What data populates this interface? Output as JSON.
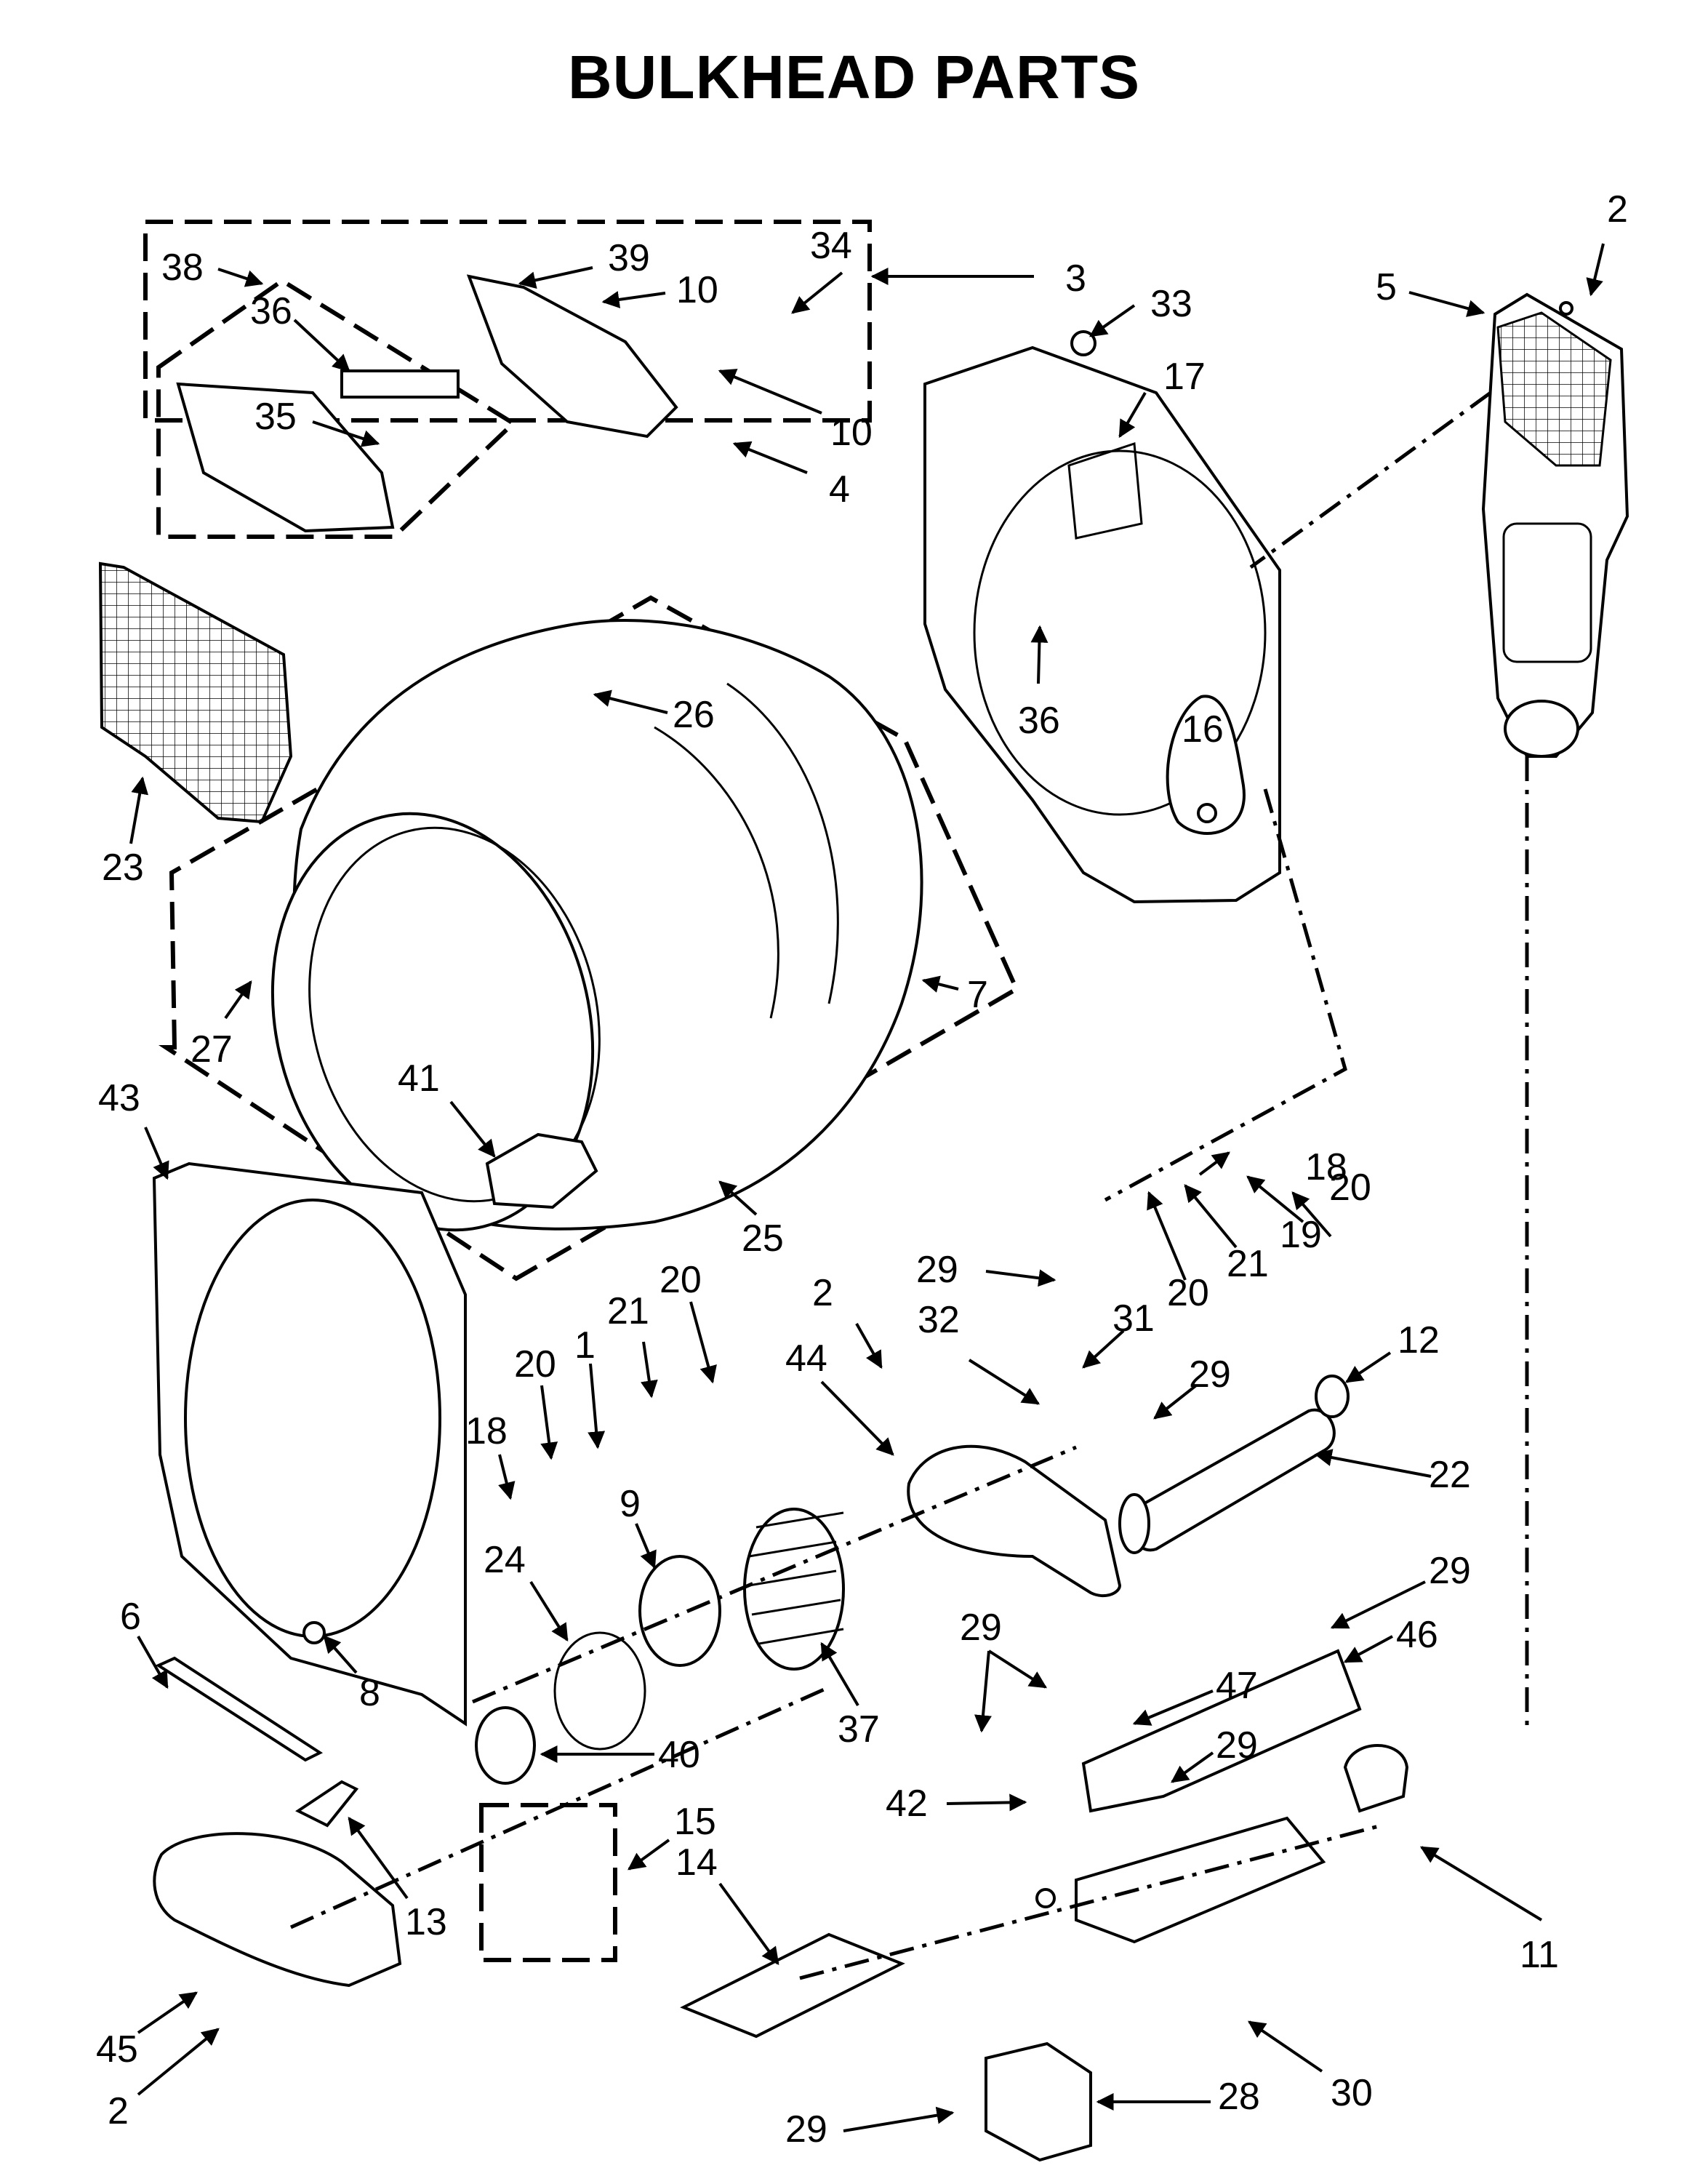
{
  "title": "BULKHEAD PARTS",
  "callouts": [
    "2",
    "5",
    "3",
    "33",
    "17",
    "38",
    "39",
    "10",
    "34",
    "36",
    "35",
    "10",
    "4",
    "36",
    "16",
    "23",
    "26",
    "7",
    "27",
    "43",
    "41",
    "25",
    "18",
    "20",
    "19",
    "21",
    "20",
    "1",
    "20",
    "21",
    "18",
    "20",
    "2",
    "44",
    "29",
    "32",
    "31",
    "29",
    "12",
    "22",
    "9",
    "24",
    "37",
    "6",
    "8",
    "40",
    "15",
    "14",
    "13",
    "45",
    "2",
    "29",
    "47",
    "42",
    "29",
    "46",
    "29",
    "11",
    "30",
    "28",
    "29"
  ]
}
